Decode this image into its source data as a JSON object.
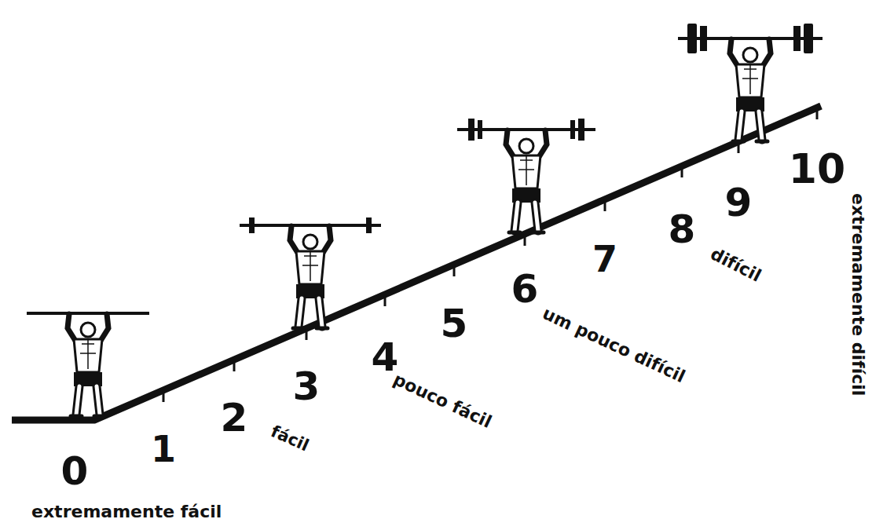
{
  "diagram": {
    "labels": [
      "0",
      "extremamente fácil",
      "1",
      "2",
      "fácil",
      "3",
      "4",
      "pouco fácil",
      "5",
      "6",
      "um pouco difícil",
      "7",
      "8",
      "difícil",
      "9",
      "10",
      "extremamente difícil"
    ]
  }
}
